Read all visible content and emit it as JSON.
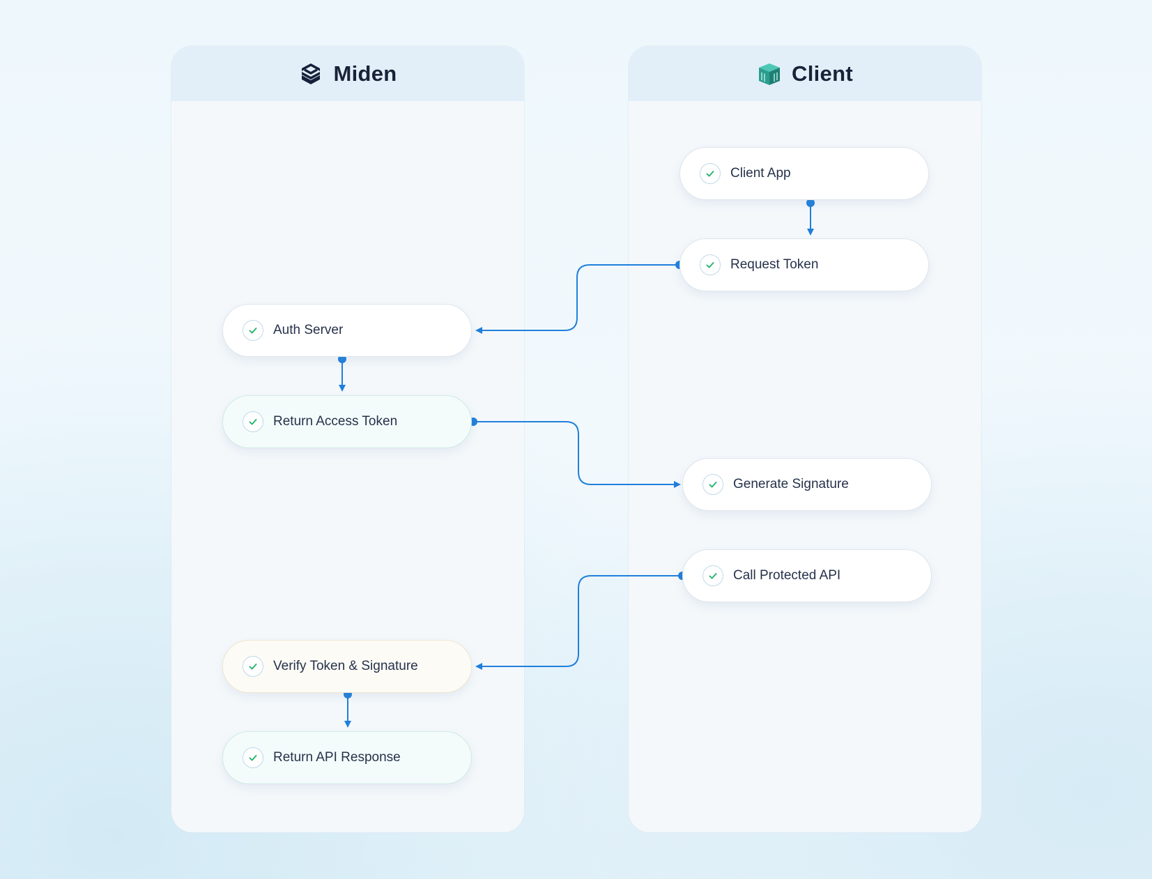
{
  "lanes": [
    {
      "title": "Miden",
      "icon": "miden-logo-icon"
    },
    {
      "title": "Client",
      "icon": "cube-building-icon"
    }
  ],
  "nodes": [
    {
      "id": "client-app",
      "label": "Client App",
      "lane": "Client"
    },
    {
      "id": "request-token",
      "label": "Request Token",
      "lane": "Client"
    },
    {
      "id": "auth-server",
      "label": "Auth Server",
      "lane": "Miden"
    },
    {
      "id": "return-access-token",
      "label": "Return Access Token",
      "lane": "Miden"
    },
    {
      "id": "generate-signature",
      "label": "Generate Signature",
      "lane": "Client"
    },
    {
      "id": "call-protected-api",
      "label": "Call Protected API",
      "lane": "Client"
    },
    {
      "id": "verify-token-signature",
      "label": "Verify Token & Signature",
      "lane": "Miden"
    },
    {
      "id": "return-api-response",
      "label": "Return API Response",
      "lane": "Miden"
    }
  ],
  "edges": [
    {
      "from": "client-app",
      "to": "request-token"
    },
    {
      "from": "request-token",
      "to": "auth-server"
    },
    {
      "from": "auth-server",
      "to": "return-access-token"
    },
    {
      "from": "return-access-token",
      "to": "generate-signature"
    },
    {
      "from": "call-protected-api",
      "to": "verify-token-signature"
    },
    {
      "from": "verify-token-signature",
      "to": "return-api-response"
    }
  ],
  "colors": {
    "edge": "#1f7fdb",
    "check": "#2bb673",
    "lane_header": "#e2eff8",
    "title_text": "#1a2238",
    "client_icon": "#2fa89a"
  }
}
